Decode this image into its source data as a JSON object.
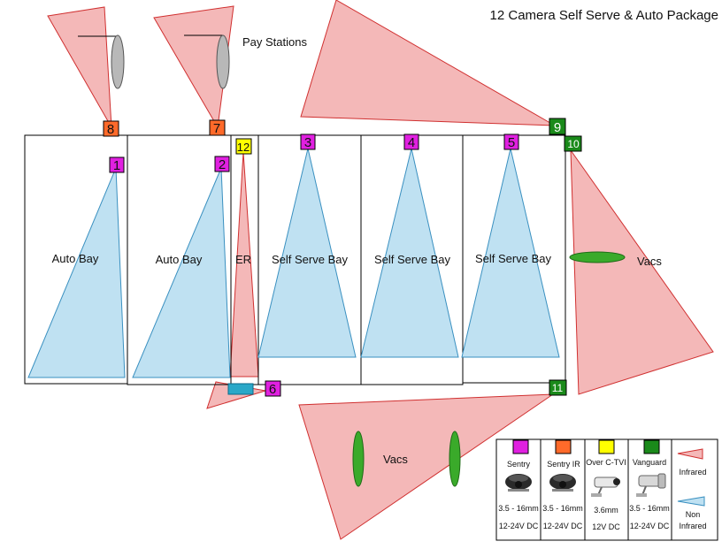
{
  "title": "12 Camera Self Serve & Auto Package",
  "pay_stations_label": "Pay Stations",
  "bays": [
    "Auto Bay",
    "Auto Bay",
    "ER",
    "Self Serve Bay",
    "Self Serve Bay",
    "Self Serve Bay"
  ],
  "vacs_labels": [
    "Vacs",
    "Vacs"
  ],
  "cameras": [
    {
      "num": "1",
      "type": "Sentry"
    },
    {
      "num": "2",
      "type": "Sentry"
    },
    {
      "num": "3",
      "type": "Sentry"
    },
    {
      "num": "4",
      "type": "Sentry"
    },
    {
      "num": "5",
      "type": "Sentry"
    },
    {
      "num": "6",
      "type": "Sentry"
    },
    {
      "num": "7",
      "type": "Sentry IR"
    },
    {
      "num": "8",
      "type": "Sentry IR"
    },
    {
      "num": "9",
      "type": "Vanguard"
    },
    {
      "num": "10",
      "type": "Vanguard"
    },
    {
      "num": "11",
      "type": "Vanguard"
    },
    {
      "num": "12",
      "type": "Over C-TVI"
    }
  ],
  "legend": {
    "columns": [
      {
        "name": "Sentry",
        "color": "#e020e0",
        "lens": "3.5 - 16mm",
        "power": "12-24V DC",
        "icon": "dome-camera-icon"
      },
      {
        "name": "Sentry IR",
        "color": "#ff6a2a",
        "lens": "3.5 - 16mm",
        "power": "12-24V DC",
        "icon": "dome-camera-icon"
      },
      {
        "name": "Over C-TVI",
        "color": "#ffff00",
        "lens": "3.6mm",
        "power": "12V DC",
        "icon": "bullet-camera-icon"
      },
      {
        "name": "Vanguard",
        "color": "#1a8a1a",
        "lens": "3.5 - 16mm",
        "power": "12-24V DC",
        "icon": "bullet-camera-icon"
      }
    ],
    "infrared": "Infrared",
    "non_infrared": [
      "Non",
      "Infrared"
    ]
  },
  "colors": {
    "infrared_fill": "#f4b8b8",
    "infrared_stroke": "#d03030",
    "non_infrared_fill": "#bfe1f2",
    "non_infrared_stroke": "#3a90c0",
    "vac_green": "#3aaa2a"
  }
}
